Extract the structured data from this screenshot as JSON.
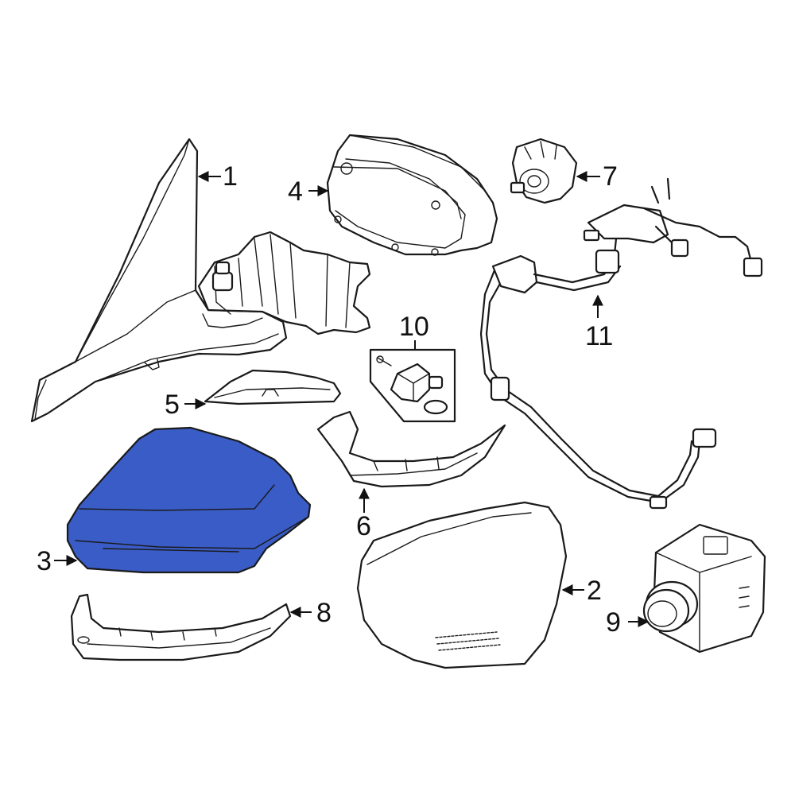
{
  "colors": {
    "highlight": "#3a5cc6",
    "outline": "#1a1a1a",
    "background": "#ffffff"
  },
  "highlighted_part": "3",
  "callouts": [
    {
      "id": "c1",
      "label": "1"
    },
    {
      "id": "c2",
      "label": "2"
    },
    {
      "id": "c3",
      "label": "3"
    },
    {
      "id": "c4",
      "label": "4"
    },
    {
      "id": "c5",
      "label": "5"
    },
    {
      "id": "c6",
      "label": "6"
    },
    {
      "id": "c7",
      "label": "7"
    },
    {
      "id": "c8",
      "label": "8"
    },
    {
      "id": "c9",
      "label": "9"
    },
    {
      "id": "c10",
      "label": "10"
    },
    {
      "id": "c11",
      "label": "11"
    }
  ]
}
